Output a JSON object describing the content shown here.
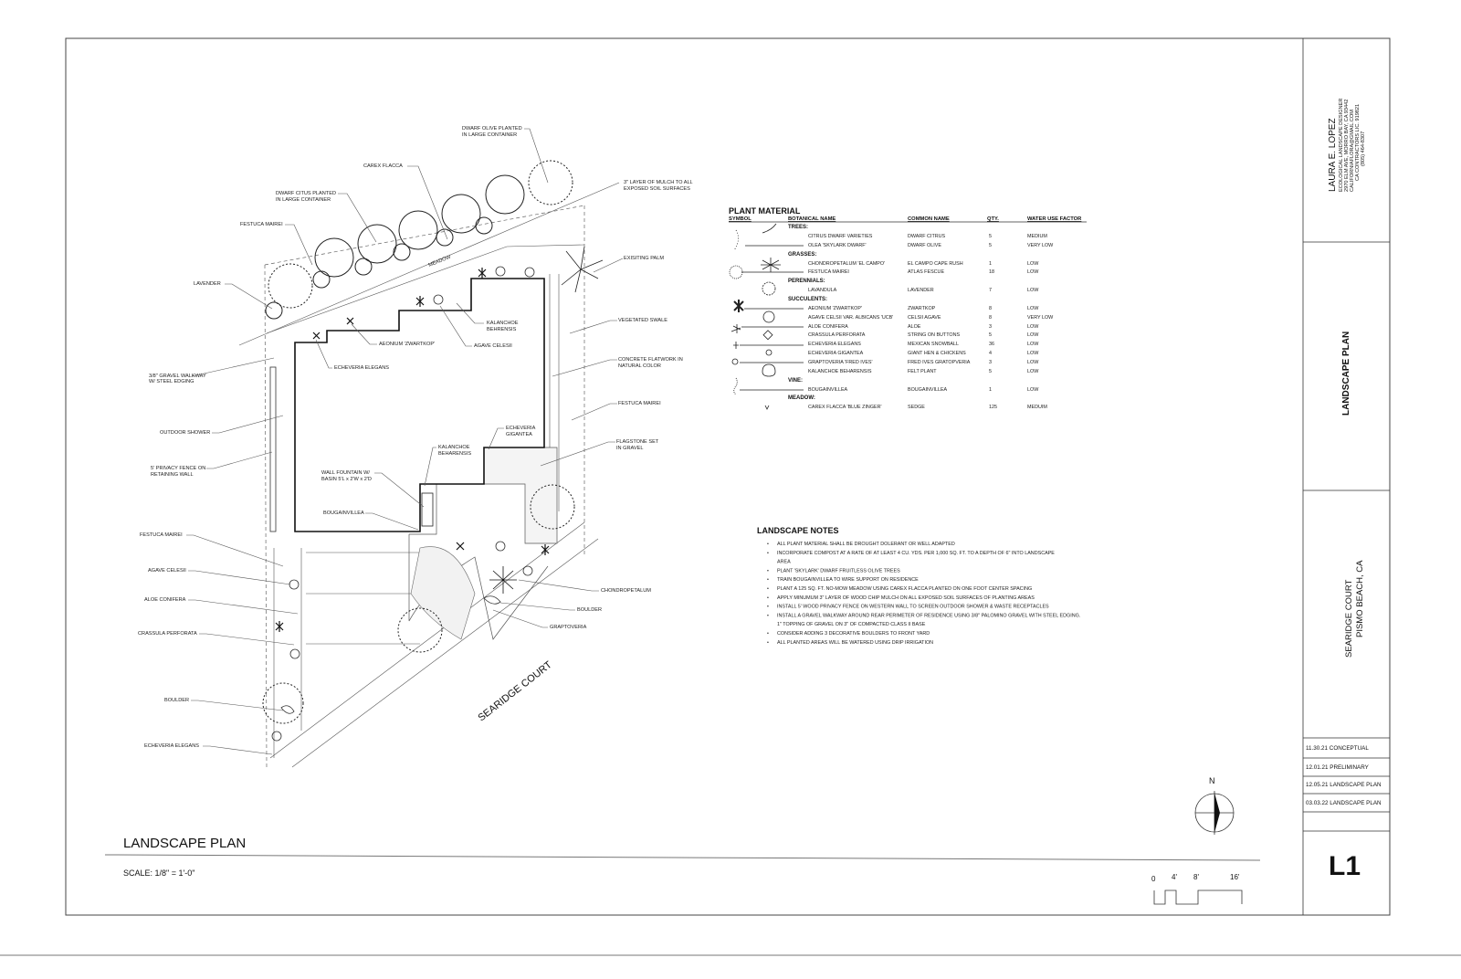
{
  "drawing": {
    "title": "LANDSCAPE PLAN",
    "scale": "SCALE: 1/8\" = 1'-0\"",
    "street": "SEARIDGE COURT",
    "meadow_tag": "MEADOW",
    "north": "N",
    "scale_bar": [
      "0",
      "4'",
      "8'",
      "16'"
    ]
  },
  "plan_labels": [
    {
      "lines": [
        "DWARF OLIVE PLANTED",
        "IN LARGE CONTAINER"
      ]
    },
    {
      "lines": [
        "CAREX FLACCA"
      ]
    },
    {
      "lines": [
        "DWARF CITUS PLANTED",
        "IN LARGE CONTAINER"
      ]
    },
    {
      "lines": [
        "FESTUCA MAIREI"
      ]
    },
    {
      "lines": [
        "LAVENDER"
      ]
    },
    {
      "lines": [
        "3\" LAYER OF MULCH TO ALL",
        "EXPOSED SOIL SURFACES"
      ]
    },
    {
      "lines": [
        "EXISITING PALM"
      ]
    },
    {
      "lines": [
        "VEGETATED SWALE"
      ]
    },
    {
      "lines": [
        "CONCRETE FLATWORK IN",
        "NATURAL COLOR"
      ]
    },
    {
      "lines": [
        "FESTUCA MAIREI"
      ]
    },
    {
      "lines": [
        "FLAGSTONE SET",
        "IN GRAVEL"
      ]
    },
    {
      "lines": [
        "KALANCHOE",
        "BEHRENSIS"
      ]
    },
    {
      "lines": [
        "AEONIUM 'ZWARTKOP'"
      ]
    },
    {
      "lines": [
        "AGAVE CELESII"
      ]
    },
    {
      "lines": [
        "ECHEVERIA ELEGANS"
      ]
    },
    {
      "lines": [
        "3/8\" GRAVEL WALKWAY",
        "W/ STEEL EDGING"
      ]
    },
    {
      "lines": [
        "OUTDOOR SHOWER"
      ]
    },
    {
      "lines": [
        "5' PRIVACY FENCE ON",
        "RETAINING WALL"
      ]
    },
    {
      "lines": [
        "ECHEVERIA",
        "GIGANTEA"
      ]
    },
    {
      "lines": [
        "KALANCHOE",
        "BEHARENSIS"
      ]
    },
    {
      "lines": [
        "WALL FOUNTAIN W/",
        "BASIN 5'L x 2'W x 2'D"
      ]
    },
    {
      "lines": [
        "BOUGAINVILLEA"
      ]
    },
    {
      "lines": [
        "FESTUCA MAIREI"
      ]
    },
    {
      "lines": [
        "AGAVE CELESII"
      ]
    },
    {
      "lines": [
        "ALOE CONIFERA"
      ]
    },
    {
      "lines": [
        "CRASSULA PERFORATA"
      ]
    },
    {
      "lines": [
        "BOULDER"
      ]
    },
    {
      "lines": [
        "ECHEVERIA ELEGANS"
      ]
    },
    {
      "lines": [
        "CHONDROPETALUM"
      ]
    },
    {
      "lines": [
        "BOULDER"
      ]
    },
    {
      "lines": [
        "GRAPTOVERIA"
      ]
    }
  ],
  "plant_material": {
    "title": "PLANT MATERIAL",
    "headers": [
      "SYMBOL",
      "BOTANICAL NAME",
      "COMMON NAME",
      "QTY.",
      "WATER USE FACTOR"
    ],
    "rows": [
      {
        "category": "TREES:"
      },
      {
        "botanical": "CITRUS DWARF VARIETIES",
        "common": "DWARF CITRUS",
        "qty": "5",
        "water": "MEDIUM"
      },
      {
        "botanical": "OLEA 'SKYLARK DWARF'",
        "common": "DWARF OLIVE",
        "qty": "5",
        "water": "VERY LOW"
      },
      {
        "category": "GRASSES:"
      },
      {
        "botanical": "CHONDROPETALUM 'EL CAMPO'",
        "common": "EL CAMPO CAPE RUSH",
        "qty": "1",
        "water": "LOW"
      },
      {
        "botanical": "FESTUCA MAIREI",
        "common": "ATLAS FESCUE",
        "qty": "18",
        "water": "LOW"
      },
      {
        "category": "PERENNIALS:"
      },
      {
        "botanical": "LAVANDULA",
        "common": "LAVENDER",
        "qty": "7",
        "water": "LOW"
      },
      {
        "category": "SUCCULENTS:"
      },
      {
        "botanical": "AEONIUM 'ZWARTKOP'",
        "common": "ZWARTKOP",
        "qty": "8",
        "water": "LOW"
      },
      {
        "botanical": "AGAVE CELSII VAR. ALBICANS 'UCB'",
        "common": "CELSII AGAVE",
        "qty": "8",
        "water": "VERY LOW"
      },
      {
        "botanical": "ALOE CONIFERA",
        "common": "ALOE",
        "qty": "3",
        "water": "LOW"
      },
      {
        "botanical": "CRASSULA PERFORATA",
        "common": "STRING ON BUTTONS",
        "qty": "5",
        "water": "LOW"
      },
      {
        "botanical": "ECHEVERIA ELEGANS",
        "common": "MEXICAN SNOWBALL",
        "qty": "36",
        "water": "LOW"
      },
      {
        "botanical": "ECHEVERIA GIGANTEA",
        "common": "GIANT HEN & CHICKENS",
        "qty": "4",
        "water": "LOW"
      },
      {
        "botanical": "GRAPTOVERIA 'FRED IVES'",
        "common": "FRED IVES GRATOPVERIA",
        "qty": "3",
        "water": "LOW"
      },
      {
        "botanical": "KALANCHOE BEHARENSIS",
        "common": "FELT PLANT",
        "qty": "5",
        "water": "LOW"
      },
      {
        "category": "VINE:"
      },
      {
        "botanical": "BOUGAINVILLEA",
        "common": "BOUGAINVILLEA",
        "qty": "1",
        "water": "LOW"
      },
      {
        "category": "MEADOW:"
      },
      {
        "botanical": "CAREX FLACCA 'BLUE ZINGER'",
        "common": "SEDGE",
        "qty": "125",
        "water": "MEDUIM"
      }
    ]
  },
  "notes": {
    "title": "LANDSCAPE NOTES",
    "items": [
      "ALL PLANT MATERIAL SHALL BE DROUGHT DOLERANT OR WELL ADAPTED",
      "INCORPORATE COMPOST AT A RATE OF AT LEAST 4 CU. YDS. PER 1,000 SQ. FT. TO A DEPTH OF 6\" INTO LANDSCAPE AREA",
      "PLANT 'SKYLARK' DWARF FRUITLESS OLIVE TREES",
      "TRAIN BOUGAINVILLEA TO WIRE SUPPORT ON RESIDENCE",
      "PLANT A 125 SQ. FT. NO-MOW MEADOW USING CAREX FLACCA PLANTED ON ONE FOOT CENTER SPACING",
      "APPLY MINUMUM 3\" LAYER OF WOOD CHIP MULCH ON ALL EXPOSED SOIL SURFACES OF PLANTING AREAS",
      "INSTALL 5' WOOD PRIVACY FENCE ON WESTERN WALL TO SCREEN OUTDOOR SHOWER & WASTE RECEPTACLES",
      "INSTALL A GRAVEL WALKWAY AROUND REAR PERIMETER OF RESIDENCE USING 3/8\" PALOMINO GRAVEL WITH STEEL EDGING.  1\" TOPPING OF GRAVEL ON 3\" OF COMPACTED CLASS II BASE",
      "CONSIDER ADDING  3 DECORATIVE BOULDERS TO FRONT YARD",
      "ALL PLANTED AREAS WILL BE WATERED USING DRIP IRRIGATION"
    ]
  },
  "title_block": {
    "designer": "LAURA E. LOPEZ",
    "info": [
      "ECOLOGICAL LANDSCAPE DESIGNER",
      "2970 ELM AVE, MORRO BAY, CA 93442",
      "CALIFORNIAFLORA@GMAIL.COM",
      "CA CONTRACTORS LIC. 919821",
      "(805) 464-8307"
    ],
    "sheet_title": "LANDSCAPE PLAN",
    "project": [
      "SEARIDGE COURT",
      "PISMO BEACH, CA"
    ],
    "revisions": [
      "11.30.21 CONCEPTUAL",
      "12.01.21 PRELIMINARY",
      "12.05.21 LANDSCAPE PLAN",
      "03.03.22 LANDSCAPE PLAN"
    ],
    "sheet_number": "L1"
  }
}
